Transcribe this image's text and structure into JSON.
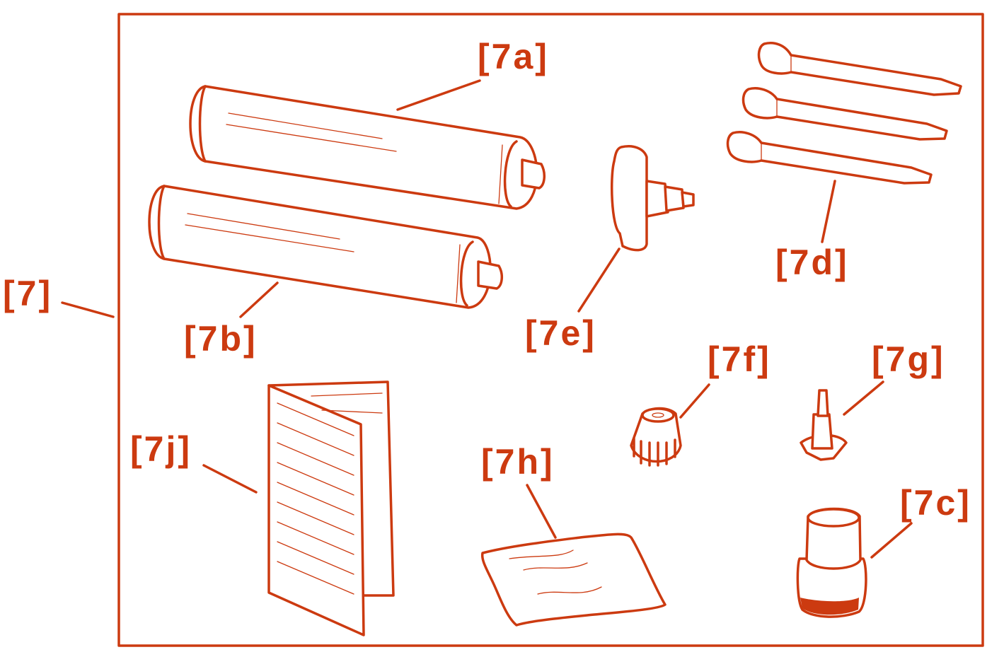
{
  "colors": {
    "line": "#cc3a10",
    "background": "#ffffff"
  },
  "labels": {
    "kit": "[7]",
    "a": "[7a]",
    "b": "[7b]",
    "c": "[7c]",
    "d": "[7d]",
    "e": "[7e]",
    "f": "[7f]",
    "g": "[7g]",
    "h": "[7h]",
    "j": "[7j]"
  }
}
